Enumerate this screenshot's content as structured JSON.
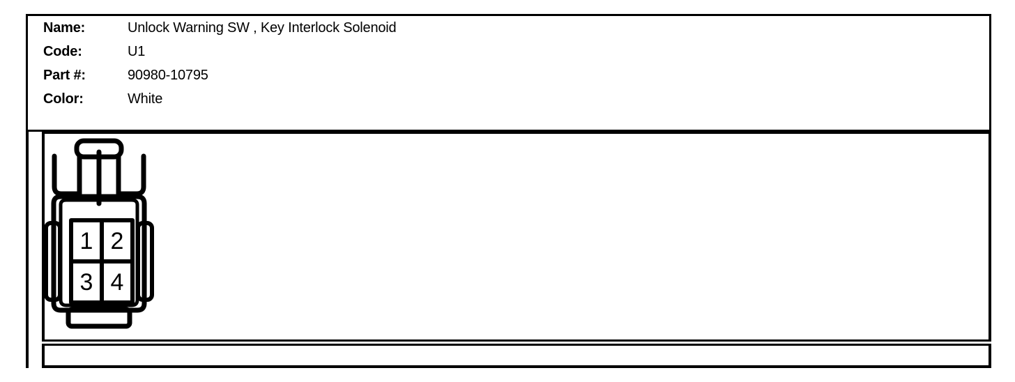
{
  "document": {
    "type": "connector-detail-sheet"
  },
  "info": {
    "rows": [
      {
        "label": "Name:",
        "value": "Unlock Warning SW , Key Interlock Solenoid"
      },
      {
        "label": "Code:",
        "value": "U1"
      },
      {
        "label": "Part #:",
        "value": "90980-10795"
      },
      {
        "label": "Color:",
        "value": "White"
      }
    ]
  },
  "connector": {
    "name": "4-pin-connector-diagram",
    "pin_layout": "2x2",
    "pins": [
      {
        "number": "1",
        "row": 0,
        "col": 0
      },
      {
        "number": "2",
        "row": 0,
        "col": 1
      },
      {
        "number": "3",
        "row": 1,
        "col": 0
      },
      {
        "number": "4",
        "row": 1,
        "col": 1
      }
    ],
    "line_color": "#000000",
    "fill_color": "#ffffff"
  },
  "footer": {
    "text": ""
  }
}
